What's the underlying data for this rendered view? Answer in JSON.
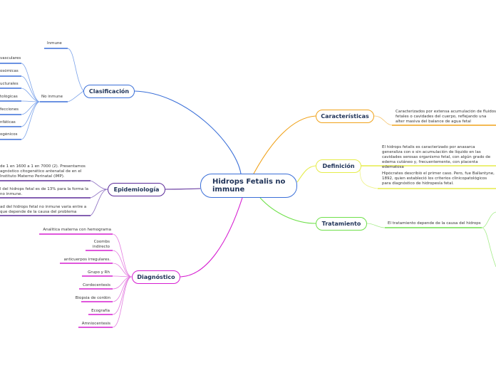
{
  "central": {
    "title": "Hidrops Fetalis no immune"
  },
  "colors": {
    "blue": "#3a6fd8",
    "purple": "#5b2a99",
    "magenta": "#d61ed1",
    "orange": "#f0a21a",
    "yellow": "#e6ec4a",
    "green": "#6fe04a",
    "text": "#1e3257"
  },
  "clasificacion": {
    "title": "Clasificación",
    "inmune": "Inmune",
    "no_inmune": "No inmune",
    "items": [
      "vasculares",
      "osómicas",
      "ucturales",
      "tológicas",
      "fecciones",
      "nfáticas",
      "ogénicos"
    ]
  },
  "epidemiologia": {
    "title": "Epidemiología",
    "items": [
      "de 1 en 1600 a 1 en 7000 (2). Presentamos agnóstico citogenético antenatal de en el Instituto Materno Perinatal (IMP).",
      "l del hidrops fetal es de 13% para la forma la no inmune.",
      "ad del hidrops fetal no inmune varía entre a que depende de la causa del problema"
    ]
  },
  "diagnostico": {
    "title": "Diagnóstico",
    "items": [
      "Analítica materna con hemograma",
      "Coombs indirecto",
      "anticuerpos irregulares.",
      "Grupo y Rh",
      "Cordocentesis",
      "Biopsia de cordón",
      "Ecografía",
      "Amniocentesis"
    ]
  },
  "caracteristicas": {
    "title": "Características",
    "text": "Caracterizados por extensa acumulación de fluidos fetales o cavidades del cuerpo, reflejando una alter masiva del balance de agua fetal"
  },
  "definicion": {
    "title": "Definición",
    "items": [
      "El hidrops fetalis es caracterizado por anasarca generaliza con o sin acumulación de líquido en las cavidades serosas organismo fetal, con algún grado de edema cutáneo y, frecuentemente, con placenta edematosa",
      "Hipócrates describió el primer caso. Pero, fue Ballantyne, 1892, quien estableció los criterios clínicopatológicos para diagnóstico de hidropesía fetal."
    ]
  },
  "tratamiento": {
    "title": "Tratamiento",
    "text": "El tratamiento depende de la causa del hidrops"
  }
}
